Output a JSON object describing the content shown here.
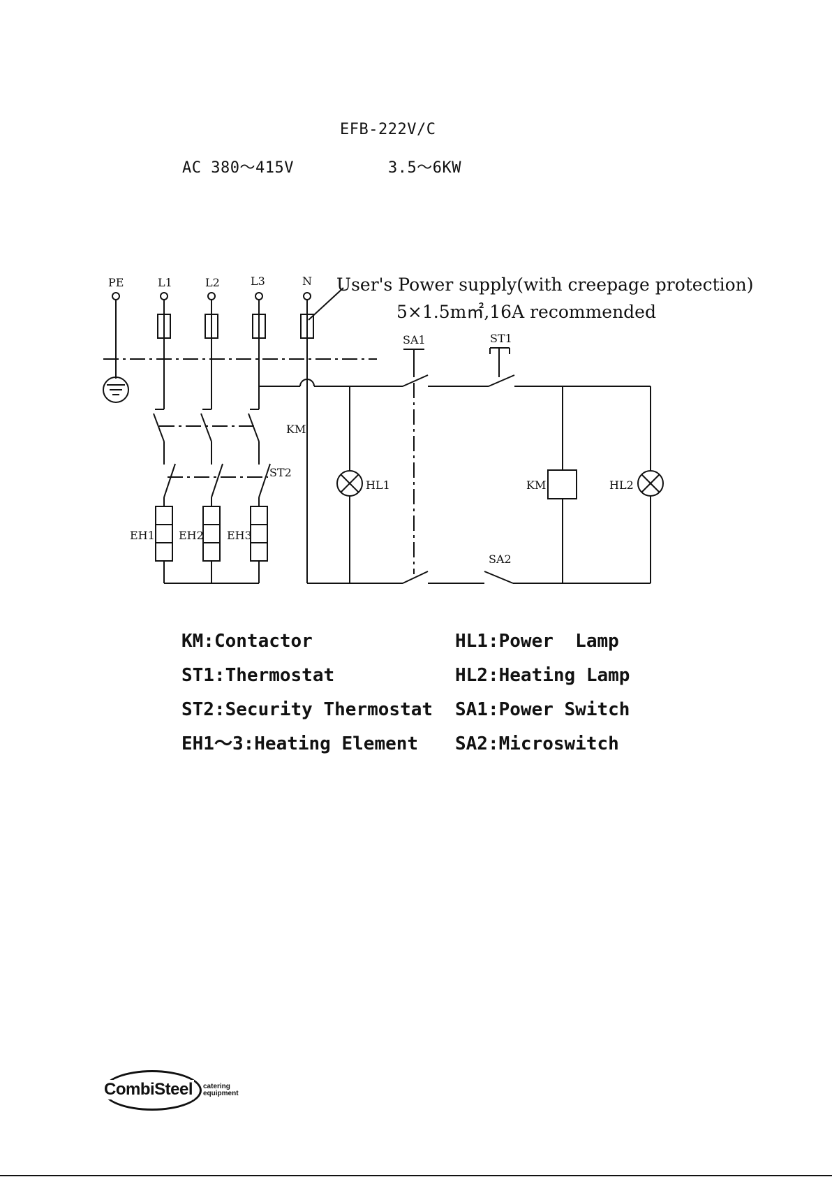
{
  "header": {
    "model": "EFB-222V/C",
    "voltage": "AC 380～415V",
    "power": "3.5～6KW"
  },
  "diagram": {
    "terminals": [
      "PE",
      "L1",
      "L2",
      "L3",
      "N"
    ],
    "supply_note": "User's Power supply(with creepage protection)",
    "cable_note": "5×1.5m㎡,16A  recommended",
    "labels": {
      "sa1": "SA1",
      "st1": "ST1",
      "km_contact": "KM",
      "st2": "ST2",
      "hl1": "HL1",
      "km_coil": "KM",
      "hl2": "HL2",
      "sa2": "SA2",
      "eh1": "EH1",
      "eh2": "EH2",
      "eh3": "EH3"
    }
  },
  "legend": [
    "KM:Contactor",
    "HL1:Power  Lamp",
    "ST1:Thermostat",
    "HL2:Heating Lamp",
    "ST2:Security Thermostat",
    "SA1:Power Switch",
    "EH1～3:Heating Element",
    "SA2:Microswitch"
  ],
  "logo": {
    "brand": "CombiSteel",
    "tag_line1": "catering",
    "tag_line2": "equipment"
  }
}
